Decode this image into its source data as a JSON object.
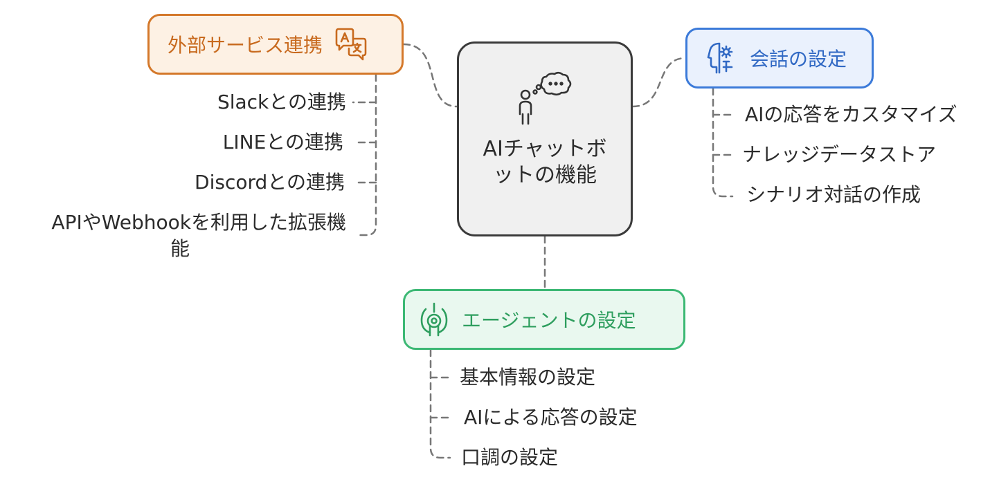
{
  "center": {
    "label": "AIチャットボットの機能",
    "icon": "person-thought-bubble-icon"
  },
  "branches": {
    "external": {
      "label": "外部サービス連携",
      "icon": "translate-icon",
      "color": "#d4782a",
      "fill": "#fdf1e4",
      "items": [
        "Slackとの連携",
        "LINEとの連携",
        "Discordとの連携",
        "APIやWebhookを利用した拡張機",
        "能"
      ]
    },
    "conversation": {
      "label": "会話の設定",
      "icon": "head-gear-icon",
      "color": "#3b7ad9",
      "fill": "#eaf1fd",
      "items": [
        "AIの応答をカスタマイズ",
        "ナレッジデータストア",
        "シナリオ対話の作成"
      ]
    },
    "agent": {
      "label": "エージェントの設定",
      "icon": "target-signal-icon",
      "color": "#3cb874",
      "fill": "#e9f8ef",
      "items": [
        "基本情報の設定",
        "AIによる応答の設定",
        "口調の設定"
      ]
    }
  }
}
